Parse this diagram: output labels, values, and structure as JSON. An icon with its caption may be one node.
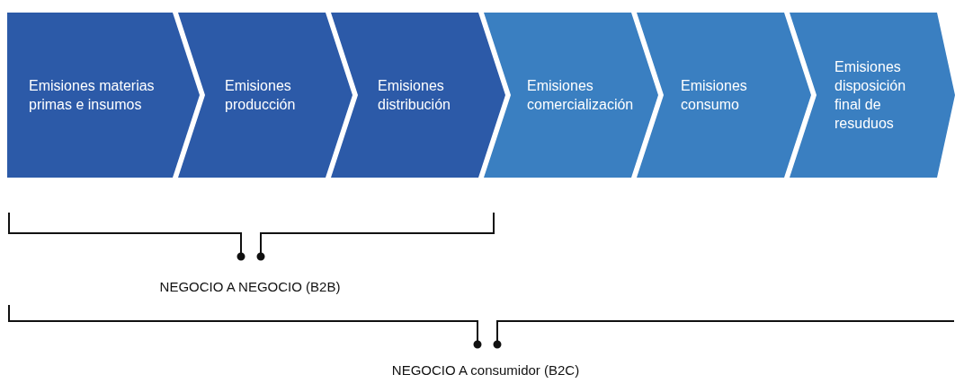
{
  "diagram": {
    "nodes": [
      {
        "text": [
          "Emisiones materias primas e insumos"
        ]
      },
      {
        "text": [
          "Emisiones producción"
        ]
      },
      {
        "text": [
          "Emisiones distribución"
        ]
      },
      {
        "text": [
          "Emisiones comercialización"
        ]
      },
      {
        "text": [
          "Emisiones consumo"
        ]
      },
      {
        "text": [
          "Emisiones disposición final de resuduos"
        ]
      }
    ],
    "edges": [],
    "labels": [
      "NEGOCIO A NEGOCIO (B2B)",
      "NEGOCIO A consumidor (B2C)"
    ]
  }
}
